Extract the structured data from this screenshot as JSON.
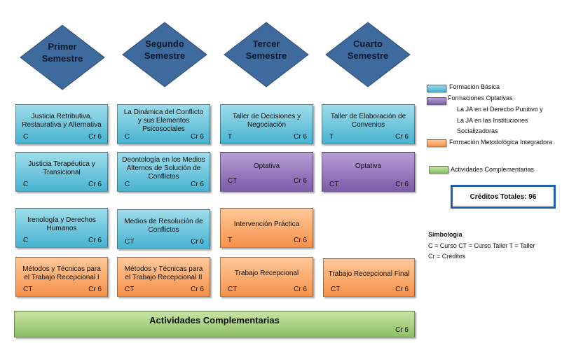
{
  "semesters": [
    {
      "label": "Primer\nSemestre"
    },
    {
      "label": "Segundo\nSemestre"
    },
    {
      "label": "Tercer\nSemestre"
    },
    {
      "label": "Cuarto\nSemestre"
    }
  ],
  "courses": [
    {
      "title": "Justicia Retributiva, Restaurativa y Alternativa",
      "type": "C",
      "credits": "Cr 6",
      "category": "blue"
    },
    {
      "title": "La Dinámica del Conflicto y sus Elementos Psicosociales",
      "type": "C",
      "credits": "Cr 6",
      "category": "blue"
    },
    {
      "title": "Taller de Decisiones y Negociación",
      "type": "T",
      "credits": "Cr 6",
      "category": "blue"
    },
    {
      "title": "Taller de Elaboración de Convenios",
      "type": "T",
      "credits": "Cr 6",
      "category": "blue"
    },
    {
      "title": "Justicia Terapéutica y Transicional",
      "type": "C",
      "credits": "Cr 6",
      "category": "blue"
    },
    {
      "title": "Deontología en los Medios Alternos de Solución de Conflictos",
      "type": "C",
      "credits": "Cr 6",
      "category": "blue"
    },
    {
      "title": "Optativa",
      "type": "CT",
      "credits": "Cr 6",
      "category": "purple"
    },
    {
      "title": "Optativa",
      "type": "CT",
      "credits": "Cr 6",
      "category": "purple"
    },
    {
      "title": "Irenología y Derechos Humanos",
      "type": "C",
      "credits": "Cr 6",
      "category": "blue"
    },
    {
      "title": "Medios de Resolución de Conflictos",
      "type": "CT",
      "credits": "Cr 6",
      "category": "blue"
    },
    {
      "title": "Intervención Práctica",
      "type": "T",
      "credits": "Cr 6",
      "category": "orange"
    },
    {
      "title": "Métodos y Técnicas para el Trabajo Recepcional I",
      "type": "CT",
      "credits": "Cr 6",
      "category": "orange"
    },
    {
      "title": "Métodos y Técnicas para el Trabajo Recepcional II",
      "type": "CT",
      "credits": "Cr 6",
      "category": "orange"
    },
    {
      "title": "Trabajo Recepcional",
      "type": "CT",
      "credits": "Cr 6",
      "category": "orange"
    },
    {
      "title": "Trabajo Recepcional Final",
      "type": "CT",
      "credits": "Cr 6",
      "category": "orange"
    }
  ],
  "complementary": {
    "title": "Actividades Complementarias",
    "credits": "Cr 6"
  },
  "legend": {
    "basica": "Formación Básica",
    "optativas": "Formaciones Optativas",
    "optativas_line1": "La JA en el Derecho Punitivo y",
    "optativas_line2": "La JA en las Instituciones",
    "optativas_line3": "Socializadoras",
    "metodologica": "Formación Metodológica Integradora",
    "complementarias": "Actividades Complementarias"
  },
  "credits_total": "Créditos Totales: 96",
  "symbology": {
    "title": "Simbología",
    "line1": "C = Curso  CT = Curso Taller  T = Taller",
    "line2": "Cr = Créditos"
  },
  "colors": {
    "diamond": "#3f6a9e",
    "blue": "#48b3d1",
    "purple": "#7c5ba8",
    "orange": "#f6924a",
    "green": "#8cc064",
    "credits_border": "#1f5fb4"
  }
}
